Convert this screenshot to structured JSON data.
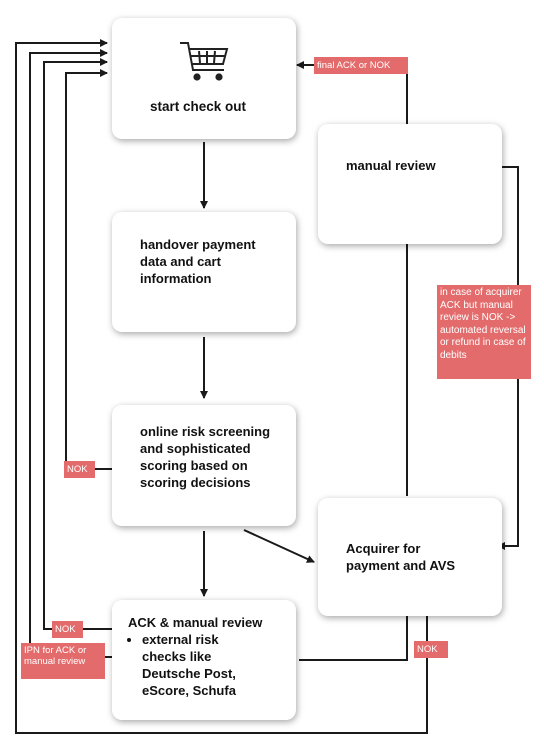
{
  "boxes": {
    "checkout": "start check out",
    "handover": "handover payment data and cart information",
    "risk": "online risk screening and sophisticated scoring based on scoring decisions",
    "ack_title": "ACK & manual review",
    "ack_bullet": "external risk checks like Deutsche Post, eScore, Schufa",
    "manual": "manual review",
    "acquirer": "Acquirer for payment and AVS"
  },
  "tags": {
    "final": "final ACK or NOK",
    "nok_risk": "NOK",
    "nok_ack": "NOK",
    "ipn": "IPN for ACK or manual review",
    "nok_acq": "NOK",
    "reversal": "in case of acquirer ACK but manual review is NOK -> automated reversal or refund in case of debits"
  },
  "colors": {
    "tag": "#e46b6b",
    "line": "#1a1a1a"
  },
  "icons": {
    "cart": "shopping-cart-icon"
  }
}
